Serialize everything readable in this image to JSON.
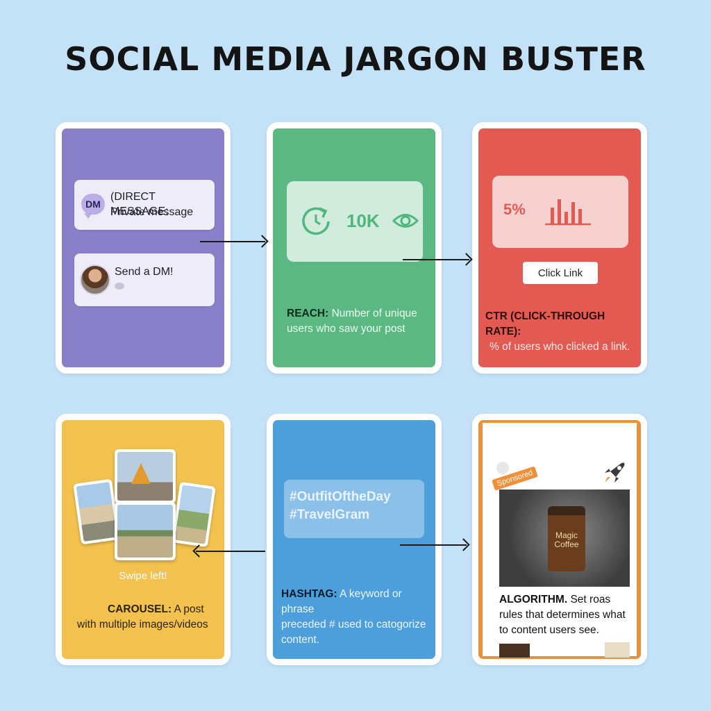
{
  "title": "SOCIAL MEDIA JARGON BUSTER",
  "colors": {
    "background": "#c3e2f8",
    "dm": "#8a80c9",
    "reach": "#5bb883",
    "ctr": "#e35a52",
    "carousel": "#f3c24e",
    "hashtag": "#4d9fdc",
    "algorithm": "#ee8f3a"
  },
  "cards": {
    "dm": {
      "badge": "DM",
      "line1": "(DIRECT MESSAGE:",
      "line2": "Private message",
      "chat_text": "Send a DM!"
    },
    "reach": {
      "metric": "10K",
      "term": "REACH:",
      "def_line1": " Number of unique",
      "def_line2": "users who saw your post"
    },
    "ctr": {
      "metric": "5%",
      "button": "Click Link",
      "term": "CTR (CLICK-THROUGH RATE):",
      "def_line1": "% of users who clicked a link."
    },
    "carousel": {
      "swipe": "Swipe left!",
      "term": "CAROUSEL:",
      "def_line1": " A post",
      "def_line2": "with multiple images/videos"
    },
    "hashtag": {
      "tag1": "#OutfitOftheDay",
      "tag2": "#TravelGram",
      "term": "HASHTAG:",
      "def_line1": " A keyword or phrase",
      "def_line2": "preceded # used to catogorize",
      "def_line3": "content."
    },
    "algorithm": {
      "sponsored": "Sponsored",
      "product_line1": "Magic",
      "product_line2": "Coffee",
      "term": "ALGORITHM.",
      "def_line1": " Set roas",
      "def_line2": "rules that determines what",
      "def_line3": "to content users see."
    }
  },
  "icons": [
    "speech-bubble-icon",
    "refresh-icon",
    "eye-icon",
    "bar-chart-icon",
    "rocket-icon"
  ]
}
